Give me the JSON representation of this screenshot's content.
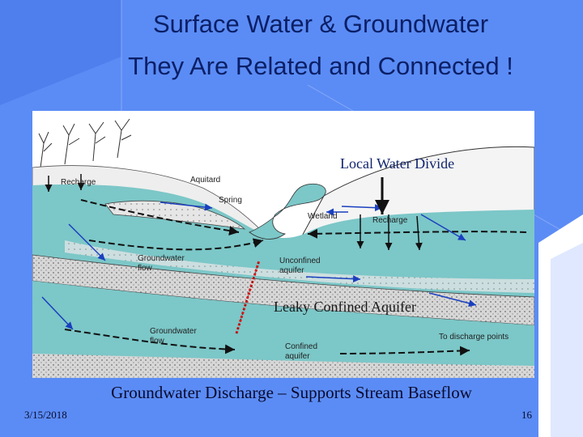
{
  "slide": {
    "title_line1": "Surface Water & Groundwater",
    "title_line2": "They Are Related and Connected !",
    "caption": "Groundwater Discharge – Supports Stream Baseflow",
    "date": "3/15/2018",
    "page_number": "16"
  },
  "diagram": {
    "overlay_labels": {
      "local_water_divide": "Local Water Divide",
      "leaky_confined_aquifer": "Leaky Confined Aquifer"
    },
    "labels": {
      "recharge_left": "Recharge",
      "aquitard": "Aquitard",
      "spring": "Spring",
      "wetland": "Wetland",
      "recharge_right": "Recharge",
      "groundwater_flow_1_a": "Groundwater",
      "groundwater_flow_1_b": "flow",
      "unconfined_aquifer_a": "Unconfined",
      "unconfined_aquifer_b": "aquifer",
      "groundwater_flow_2_a": "Groundwater",
      "groundwater_flow_2_b": "flow",
      "confined_aquifer_a": "Confined",
      "confined_aquifer_b": "aquifer",
      "to_discharge_points": "To discharge points"
    },
    "colors": {
      "water": "#7cc7c8",
      "aquifer_dark": "#5fb3b6",
      "clay": "#c8c8c8",
      "sky": "#ffffff",
      "arrow_blue": "#1a3fbf",
      "arrow_red": "#d41a1a"
    }
  }
}
